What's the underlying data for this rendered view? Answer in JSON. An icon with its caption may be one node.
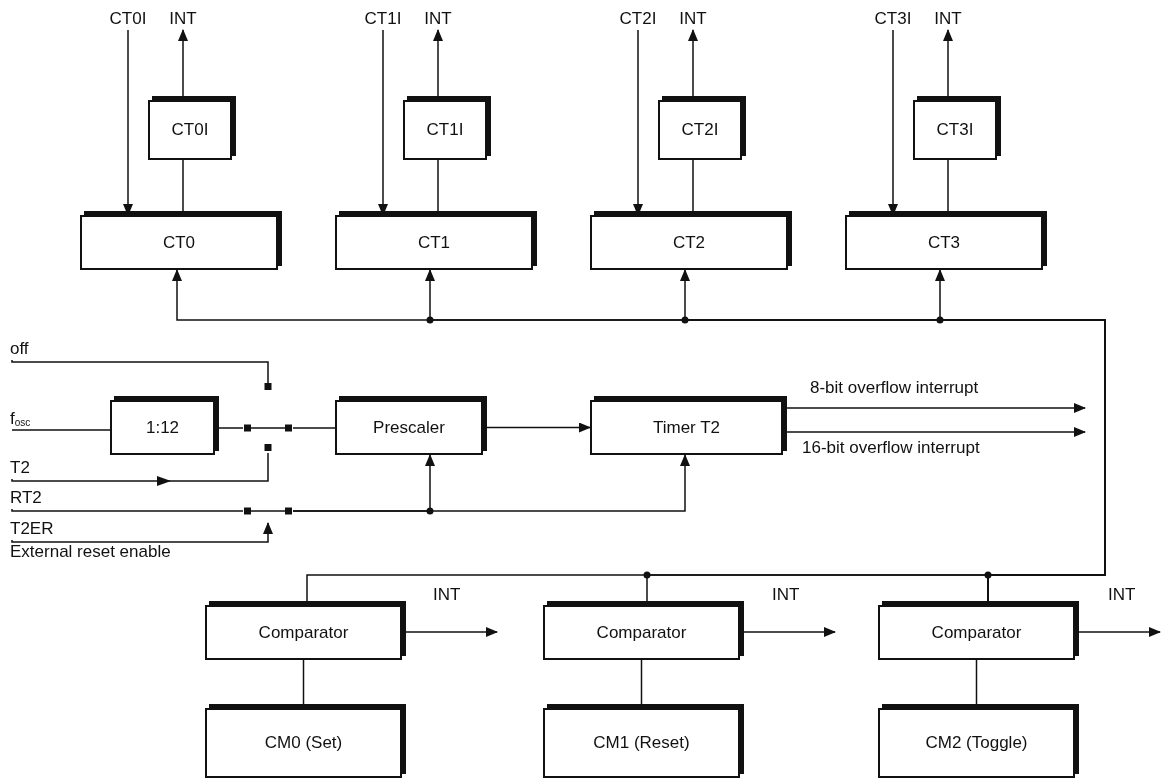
{
  "diagram": {
    "nodes": [
      {
        "text": [
          "CT0I"
        ]
      },
      {
        "text": [
          "INT"
        ]
      },
      {
        "text": [
          "CT0I"
        ]
      },
      {
        "text": [
          "CT0"
        ]
      },
      {
        "text": [
          "CT1I"
        ]
      },
      {
        "text": [
          "INT"
        ]
      },
      {
        "text": [
          "CT1I"
        ]
      },
      {
        "text": [
          "CT1"
        ]
      },
      {
        "text": [
          "CT2I"
        ]
      },
      {
        "text": [
          "INT"
        ]
      },
      {
        "text": [
          "CT2I"
        ]
      },
      {
        "text": [
          "CT2"
        ]
      },
      {
        "text": [
          "CT3I"
        ]
      },
      {
        "text": [
          "INT"
        ]
      },
      {
        "text": [
          "CT3I"
        ]
      },
      {
        "text": [
          "CT3"
        ]
      },
      {
        "text": [
          "off"
        ]
      },
      {
        "text": [
          "f$_{osc}$"
        ]
      },
      {
        "text": [
          "1:12"
        ]
      },
      {
        "text": [
          "Prescaler"
        ]
      },
      {
        "text": [
          "Timer T2"
        ]
      },
      {
        "text": [
          "T2"
        ]
      },
      {
        "text": [
          "RT2"
        ]
      },
      {
        "text": [
          "T2ER"
        ]
      },
      {
        "text": [
          "Comparator"
        ]
      },
      {
        "text": [
          "Comparator"
        ]
      },
      {
        "text": [
          "Comparator"
        ]
      },
      {
        "text": [
          "CM0 (Set)"
        ]
      },
      {
        "text": [
          "CM1 (Reset)"
        ]
      },
      {
        "text": [
          "CM2 (Toggle)"
        ]
      },
      {
        "text": [],
        "shape": "switch"
      },
      {
        "text": [],
        "shape": "switch"
      }
    ],
    "edges": [
      {
        "from": 0,
        "to": 3,
        "arrow": "to"
      },
      {
        "from": 2,
        "to": 1,
        "arrow": "to"
      },
      {
        "from": 3,
        "to": 2,
        "arrow": "none"
      },
      {
        "from": 4,
        "to": 7,
        "arrow": "to"
      },
      {
        "from": 6,
        "to": 5,
        "arrow": "to"
      },
      {
        "from": 7,
        "to": 6,
        "arrow": "none"
      },
      {
        "from": 8,
        "to": 11,
        "arrow": "to"
      },
      {
        "from": 10,
        "to": 9,
        "arrow": "to"
      },
      {
        "from": 11,
        "to": 10,
        "arrow": "none"
      },
      {
        "from": 12,
        "to": 15,
        "arrow": "to"
      },
      {
        "from": 14,
        "to": 13,
        "arrow": "to"
      },
      {
        "from": 15,
        "to": 14,
        "arrow": "none"
      },
      {
        "from": 26,
        "to": 3,
        "arrow": "to"
      },
      {
        "from": 26,
        "to": 7,
        "arrow": "to"
      },
      {
        "from": 26,
        "to": 11,
        "arrow": "to"
      },
      {
        "from": 26,
        "to": 15,
        "arrow": "to"
      },
      {
        "from": 26,
        "to": 25,
        "arrow": "none"
      },
      {
        "from": 26,
        "to": 24,
        "arrow": "none"
      },
      {
        "from": 17,
        "to": 18,
        "arrow": "none"
      },
      {
        "from": 18,
        "to": 30,
        "arrow": "none"
      },
      {
        "from": 30,
        "to": 19,
        "arrow": "none"
      },
      {
        "from": 16,
        "to": 30,
        "arrow": "none"
      },
      {
        "from": 21,
        "to": 30,
        "arrow": "to"
      },
      {
        "from": 22,
        "to": 31,
        "arrow": "none"
      },
      {
        "from": 23,
        "to": 31,
        "arrow": "to"
      },
      {
        "from": 31,
        "to": 19,
        "arrow": "to"
      },
      {
        "from": 31,
        "to": 20,
        "arrow": "to"
      },
      {
        "from": 19,
        "to": 20,
        "arrow": "to"
      },
      {
        "from": 20,
        "to": null,
        "arrow": "to",
        "label": "8-bit overflow interrupt"
      },
      {
        "from": 20,
        "to": null,
        "arrow": "to",
        "label": "16-bit overflow interrupt"
      },
      {
        "from": 24,
        "to": null,
        "arrow": "to",
        "label": "INT"
      },
      {
        "from": 25,
        "to": null,
        "arrow": "to",
        "label": "INT"
      },
      {
        "from": 26,
        "to": null,
        "arrow": "to",
        "label": "INT"
      },
      {
        "from": 24,
        "to": 27,
        "arrow": "none"
      },
      {
        "from": 25,
        "to": 28,
        "arrow": "none"
      },
      {
        "from": 26,
        "to": 29,
        "arrow": "none"
      }
    ],
    "labels": [
      "External reset enable"
    ]
  }
}
